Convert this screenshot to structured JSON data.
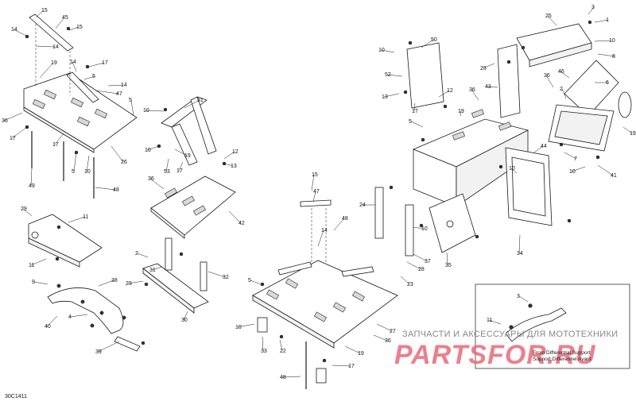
{
  "diagram_code": "30C1411",
  "inset_caption": {
    "line1": "From Differential Support",
    "line2": "Support Differentiel Avant"
  },
  "watermark": {
    "tagline": "ЗАПЧАСТИ И АКСЕССУАРЫ ДЛЯ МОТОТЕХНИКИ",
    "logo_text": "PARTSFOR.RU",
    "color": "#e86b78"
  },
  "callouts": [
    {
      "id": "c1",
      "label": "15"
    },
    {
      "id": "c2",
      "label": "45"
    },
    {
      "id": "c3",
      "label": "14"
    },
    {
      "id": "c4",
      "label": "15"
    },
    {
      "id": "c5",
      "label": "14"
    },
    {
      "id": "c6",
      "label": "19"
    },
    {
      "id": "c7",
      "label": "14"
    },
    {
      "id": "c8",
      "label": "17"
    },
    {
      "id": "c9",
      "label": "5"
    },
    {
      "id": "c10",
      "label": "14"
    },
    {
      "id": "c11",
      "label": "47"
    },
    {
      "id": "c12",
      "label": "36"
    },
    {
      "id": "c13",
      "label": "17"
    },
    {
      "id": "c14",
      "label": "17"
    },
    {
      "id": "c15",
      "label": "5"
    },
    {
      "id": "c16",
      "label": "5"
    },
    {
      "id": "c17",
      "label": "10"
    },
    {
      "id": "c18",
      "label": "26"
    },
    {
      "id": "c19",
      "label": "49"
    },
    {
      "id": "c20",
      "label": "48"
    },
    {
      "id": "c21",
      "label": "51"
    },
    {
      "id": "c22",
      "label": "10"
    },
    {
      "id": "c23",
      "label": "10"
    },
    {
      "id": "c24",
      "label": "19"
    },
    {
      "id": "c25",
      "label": "53"
    },
    {
      "id": "c26",
      "label": "17"
    },
    {
      "id": "c27",
      "label": "12"
    },
    {
      "id": "c28",
      "label": "13"
    },
    {
      "id": "c29",
      "label": "36"
    },
    {
      "id": "c30",
      "label": "42"
    },
    {
      "id": "c31",
      "label": "29"
    },
    {
      "id": "c32",
      "label": "11"
    },
    {
      "id": "c33",
      "label": "11"
    },
    {
      "id": "c34",
      "label": "9"
    },
    {
      "id": "c35",
      "label": "38"
    },
    {
      "id": "c36",
      "label": "40"
    },
    {
      "id": "c37",
      "label": "4"
    },
    {
      "id": "c38",
      "label": "39"
    },
    {
      "id": "c39",
      "label": "2"
    },
    {
      "id": "c40",
      "label": "31"
    },
    {
      "id": "c41",
      "label": "32"
    },
    {
      "id": "c42",
      "label": "23"
    },
    {
      "id": "c43",
      "label": "30"
    },
    {
      "id": "c44",
      "label": "15"
    },
    {
      "id": "c45",
      "label": "47"
    },
    {
      "id": "c46",
      "label": "48"
    },
    {
      "id": "c47",
      "label": "14"
    },
    {
      "id": "c48",
      "label": "5"
    },
    {
      "id": "c49",
      "label": "10"
    },
    {
      "id": "c50",
      "label": "27"
    },
    {
      "id": "c51",
      "label": "36"
    },
    {
      "id": "c52",
      "label": "19"
    },
    {
      "id": "c53",
      "label": "33"
    },
    {
      "id": "c54",
      "label": "22"
    },
    {
      "id": "c55",
      "label": "17"
    },
    {
      "id": "c56",
      "label": "48"
    },
    {
      "id": "c57",
      "label": "50"
    },
    {
      "id": "c58",
      "label": "10"
    },
    {
      "id": "c59",
      "label": "52"
    },
    {
      "id": "c60",
      "label": "13"
    },
    {
      "id": "c61",
      "label": "12"
    },
    {
      "id": "c62",
      "label": "17"
    },
    {
      "id": "c63",
      "label": "36"
    },
    {
      "id": "c64",
      "label": "43"
    },
    {
      "id": "c65",
      "label": "19"
    },
    {
      "id": "c66",
      "label": "5"
    },
    {
      "id": "c67",
      "label": "10"
    },
    {
      "id": "c68",
      "label": "24"
    },
    {
      "id": "c69",
      "label": "10"
    },
    {
      "id": "c70",
      "label": "37"
    },
    {
      "id": "c71",
      "label": "28"
    },
    {
      "id": "c72",
      "label": "35"
    },
    {
      "id": "c73",
      "label": "23"
    },
    {
      "id": "c74",
      "label": "34"
    },
    {
      "id": "c75",
      "label": "44"
    },
    {
      "id": "c76",
      "label": "25"
    },
    {
      "id": "c77",
      "label": "3"
    },
    {
      "id": "c78",
      "label": "10"
    },
    {
      "id": "c79",
      "label": "23"
    },
    {
      "id": "c80",
      "label": "36"
    },
    {
      "id": "c81",
      "label": "46"
    },
    {
      "id": "c82",
      "label": "41"
    },
    {
      "id": "c83",
      "label": "19"
    },
    {
      "id": "c84",
      "label": "7"
    },
    {
      "id": "c85",
      "label": "10"
    },
    {
      "id": "c86",
      "label": "3"
    },
    {
      "id": "c87",
      "label": "11"
    },
    {
      "id": "c88",
      "label": "1"
    },
    {
      "id": "c89",
      "label": "8"
    },
    {
      "id": "c90",
      "label": "2"
    },
    {
      "id": "c91",
      "label": "6"
    }
  ]
}
